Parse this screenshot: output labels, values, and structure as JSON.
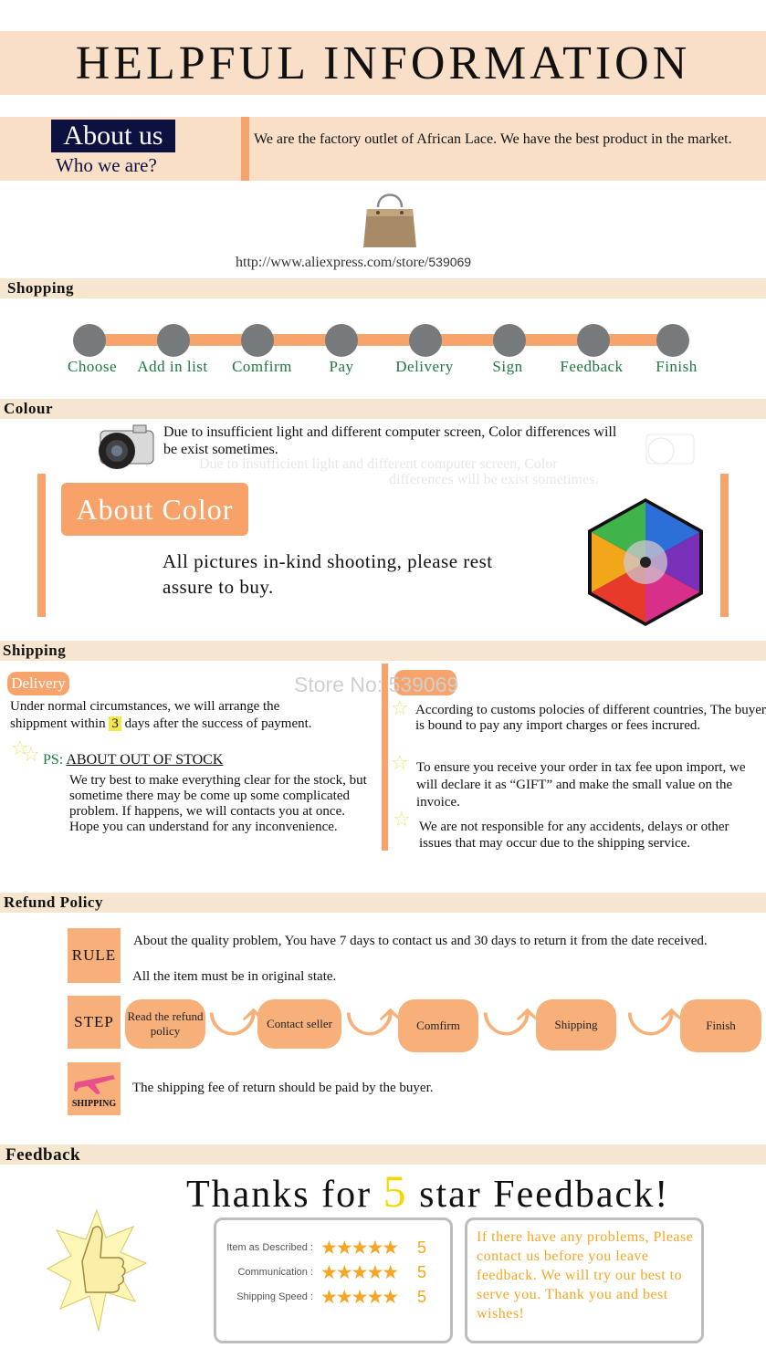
{
  "header": {
    "title": "HELPFUL INFORMATION"
  },
  "about": {
    "badge": "About us",
    "subtitle": "Who we are?",
    "text": "We are the factory outlet of African Lace. We have the best product in the market.",
    "store_url": "http://www.aliexpress.com/store/",
    "store_id": "539069"
  },
  "shopping": {
    "title": "Shopping",
    "steps": [
      "Choose",
      "Add in list",
      "Comfirm",
      "Pay",
      "Delivery",
      "Sign",
      "Feedback",
      "Finish"
    ]
  },
  "colour": {
    "title": "Colour",
    "notice": "Due to insufficient light and different computer screen, Color differences will be exist sometimes.",
    "notice_ghost_1": "Due to insufficient light and different computer screen, Color",
    "notice_ghost_2": "differences will be exist sometimes.",
    "about_color": "About Color",
    "body": "All pictures in-kind shooting, please  rest assure to buy."
  },
  "shipping": {
    "title": "Shipping",
    "delivery_badge": "Delivery",
    "watermark": "Store No: 539069",
    "delivery_text_1": "Under normal circumstances, we will arrange the",
    "delivery_text_2a": "shippment within",
    "delivery_days": "3",
    "delivery_text_2b": "days after the success of payment.",
    "ps_prefix": "PS:",
    "ps_title": "ABOUT OUT OF STOCK",
    "ps_text": "We try best to make everything clear for the stock, but sometime there may be come up some complicated problem. If happens, we will contacts you at once. Hope you can understand for any inconvenience.",
    "notes": [
      "According to customs polocies of different countries, The buyer is bound to pay any import charges or fees incrured.",
      "To ensure you receive your order in tax fee upon import, we will declare it as “GIFT” and make the small value on the invoice.",
      "We are not responsible for any accidents, delays or other issues that may occur due to the shipping service."
    ]
  },
  "refund": {
    "title": "Refund Policy",
    "rule_label": "RULE",
    "rule_text_1": "About the quality problem, You have 7 days to contact us and 30 days to return it from the date received.",
    "rule_text_2": "All the item must be in original state.",
    "step_label": "STEP",
    "steps": [
      "Read the refund policy",
      "Contact seller",
      "Comfirm",
      "Shipping",
      "Finish"
    ],
    "shipping_label": "SHIPPING",
    "shipping_text": "The shipping fee of return should be paid by the buyer."
  },
  "feedback": {
    "title": "Feedback",
    "thanks_prefix": "Thanks for",
    "thanks_number": "5",
    "thanks_suffix": "star Feedback!",
    "ratings": [
      {
        "label": "Item as Described :",
        "score": "5"
      },
      {
        "label": "Communication :",
        "score": "5"
      },
      {
        "label": "Shipping Speed :",
        "score": "5"
      }
    ],
    "message": "If there have any problems, Please contact us before you leave feedback. We will try our best to serve you. Thank you and best wishes!"
  },
  "colors": {
    "accent": "#f7a46c",
    "band": "#f9dfc7",
    "green": "#1c7a3c",
    "navy": "#0d1140",
    "yellow": "#f5d800"
  }
}
